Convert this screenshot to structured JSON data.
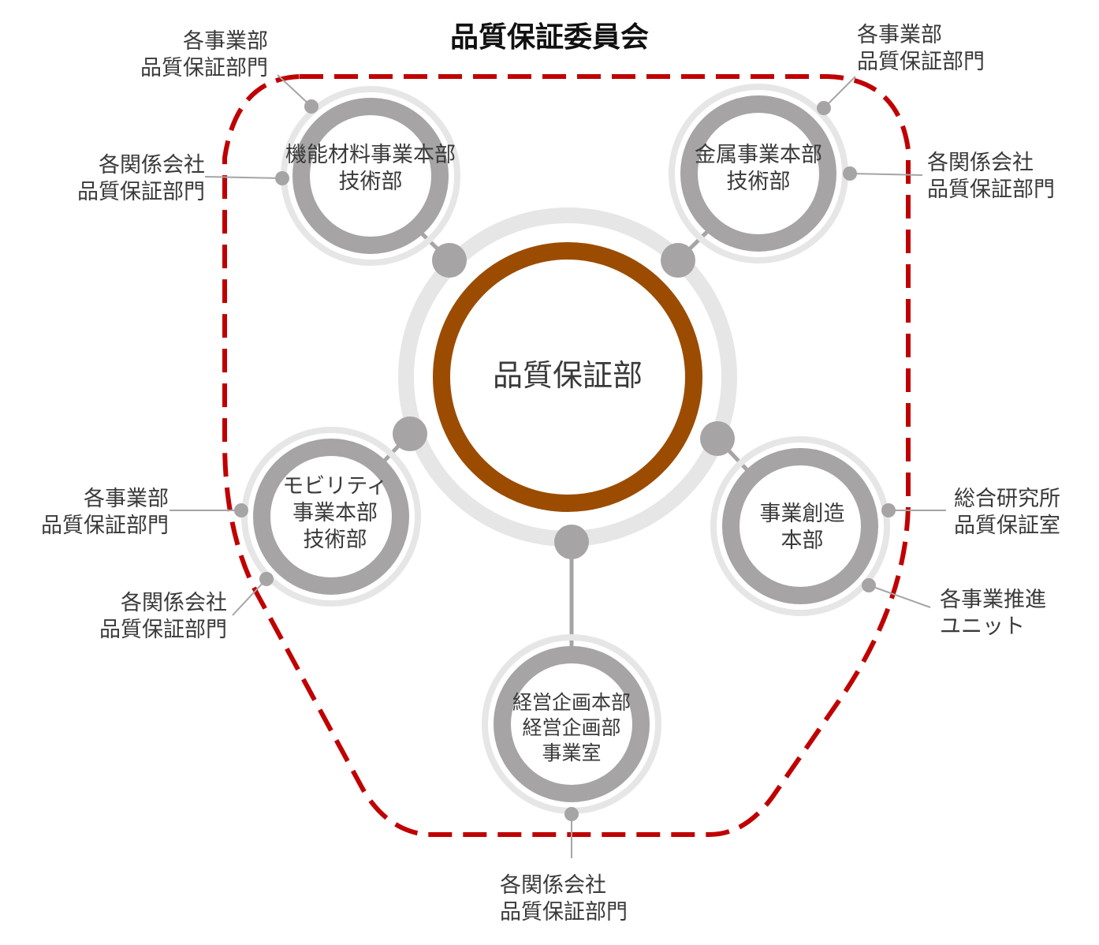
{
  "title": "品質保証委員会",
  "colors": {
    "committee_border": "#c00000",
    "center_ring": "#9b4c00",
    "node_ring": "#a6a4a4",
    "halo": "#e6e6e6",
    "connector": "#a6a4a4"
  },
  "center": {
    "label": "品質保証部"
  },
  "nodes": [
    {
      "id": "functional",
      "lines": [
        "機能材料事業本部",
        "技術部"
      ]
    },
    {
      "id": "metal",
      "lines": [
        "金属事業本部",
        "技術部"
      ]
    },
    {
      "id": "mobility",
      "lines": [
        "モビリティ",
        "事業本部",
        "技術部"
      ]
    },
    {
      "id": "creation",
      "lines": [
        "事業創造",
        "本部"
      ]
    },
    {
      "id": "corporate",
      "lines": [
        "経営企画本部",
        "経営企画部",
        "事業室"
      ]
    }
  ],
  "outer_labels": {
    "functional_business": [
      "各事業部",
      "品質保証部門"
    ],
    "functional_affiliates": [
      "各関係会社",
      "品質保証部門"
    ],
    "metal_business": [
      "各事業部",
      "品質保証部門"
    ],
    "metal_affiliates": [
      "各関係会社",
      "品質保証部門"
    ],
    "mobility_business": [
      "各事業部",
      "品質保証部門"
    ],
    "mobility_affiliates": [
      "各関係会社",
      "品質保証部門"
    ],
    "creation_lab": [
      "総合研究所",
      "品質保証室"
    ],
    "creation_units": [
      "各事業推進",
      "ユニット"
    ],
    "corporate_affiliates": [
      "各関係会社",
      "品質保証部門"
    ]
  }
}
